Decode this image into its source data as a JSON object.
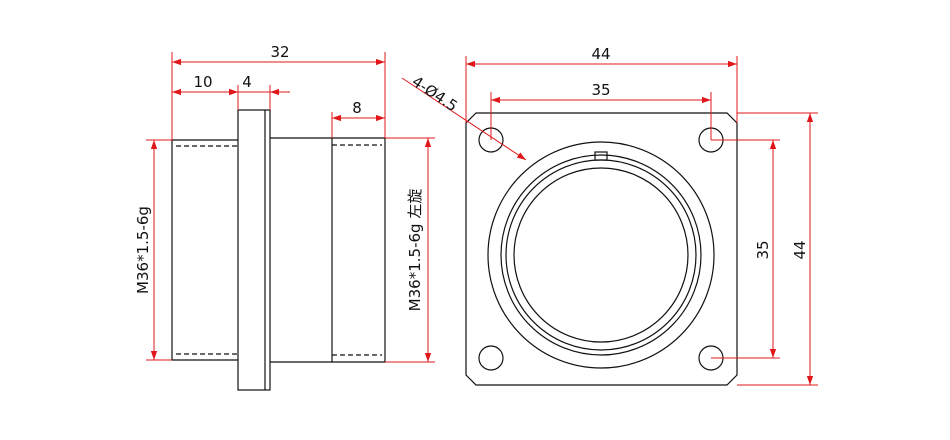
{
  "colors": {
    "outline": "#111111",
    "dimension": "#e0181b",
    "background": "#ffffff"
  },
  "side_view": {
    "overall_length": "32",
    "front_thread_length": "10",
    "flange_thickness": "4",
    "rear_thread_length": "8",
    "front_thread_spec": "M36*1.5-6g",
    "rear_thread_spec": "M36*1.5-6g 左旋"
  },
  "front_view": {
    "flange_width": "44",
    "hole_spacing_horizontal": "35",
    "hole_spacing_vertical": "35",
    "flange_height": "44",
    "mounting_holes": "4-Ø4.5"
  }
}
